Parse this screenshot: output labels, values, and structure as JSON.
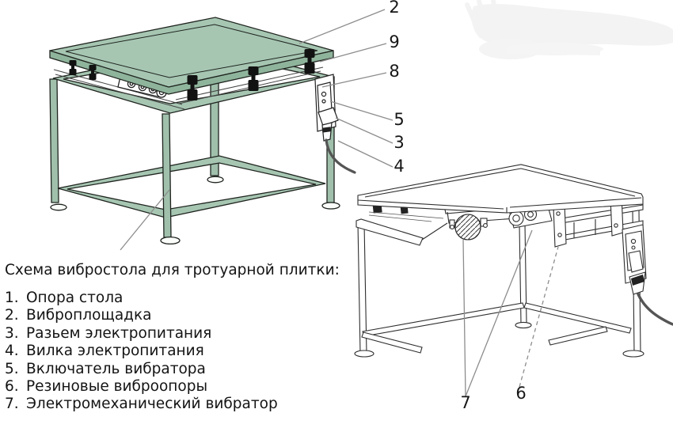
{
  "figure": {
    "caption": {
      "title": "Схема вибростола для тротуарной плитки:"
    },
    "legend": {
      "items": [
        {
          "num": "1.",
          "label": "Опора стола"
        },
        {
          "num": "2.",
          "label": "Виброплощадка"
        },
        {
          "num": "3.",
          "label": "Разьем электропитания"
        },
        {
          "num": "4.",
          "label": "Вилка электропитания"
        },
        {
          "num": "5.",
          "label": "Включатель вибратора"
        },
        {
          "num": "6.",
          "label": "Резиновые виброопоры"
        },
        {
          "num": "7.",
          "label": "Электромеханический вибратор"
        }
      ]
    },
    "callouts": {
      "left": [
        {
          "label": "2"
        },
        {
          "label": "9"
        },
        {
          "label": "8"
        },
        {
          "label": "5"
        },
        {
          "label": "3"
        },
        {
          "label": "4"
        }
      ],
      "right": [
        {
          "label": "7"
        },
        {
          "label": "6"
        }
      ]
    },
    "colors": {
      "table_green": "#a6c6b2",
      "table_green_dark": "#8fb49c",
      "line_dark": "#1f1f1f",
      "leader_gray": "#8d8d8d",
      "smudge_gray": "#f3f3f3"
    }
  }
}
